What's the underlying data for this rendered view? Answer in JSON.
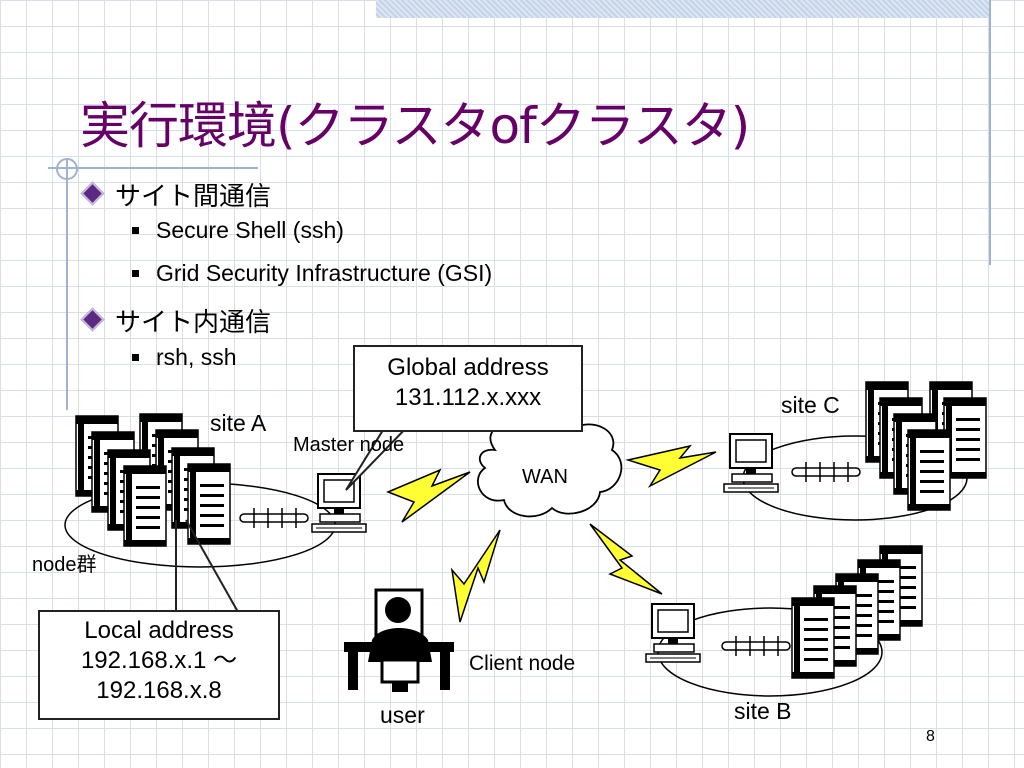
{
  "slide": {
    "title": "実行環境(クラスタofクラスタ)",
    "page_number": "8"
  },
  "bullets": [
    {
      "text": "サイト間通信",
      "items": [
        "Secure Shell (ssh)",
        "Grid Security Infrastructure (GSI)"
      ]
    },
    {
      "text": "サイト内通信",
      "items": [
        "rsh, ssh"
      ]
    }
  ],
  "diagram": {
    "site_a": "site A",
    "site_b": "site B",
    "site_c": "site C",
    "master_node": "Master node",
    "wan": "WAN",
    "node_group": "node群",
    "client_node": "Client node",
    "user": "user",
    "global_callout": {
      "line1": "Global address",
      "line2": "131.112.x.xxx"
    },
    "local_callout": {
      "line1": "Local address",
      "line2": "192.168.x.1 〜",
      "line3": "192.168.x.8"
    }
  },
  "colors": {
    "title": "#660066",
    "lightning": "#ffff33",
    "grid": "#d7dfe9"
  }
}
